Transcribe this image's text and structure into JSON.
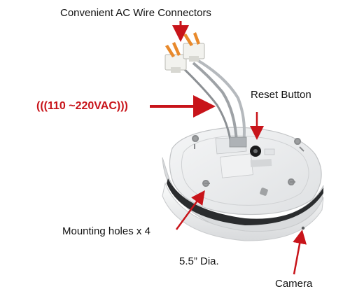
{
  "labels": {
    "connectors": "Convenient AC Wire Connectors",
    "voltage": "(((110 ~220VAC)))",
    "reset": "Reset Button",
    "mounting": "Mounting holes x 4",
    "diameter": "5.5” Dia.",
    "camera": "Camera"
  },
  "colors": {
    "arrow": "#c8141a",
    "device_body": "#eceeef",
    "connector_orange": "#e8892b"
  }
}
